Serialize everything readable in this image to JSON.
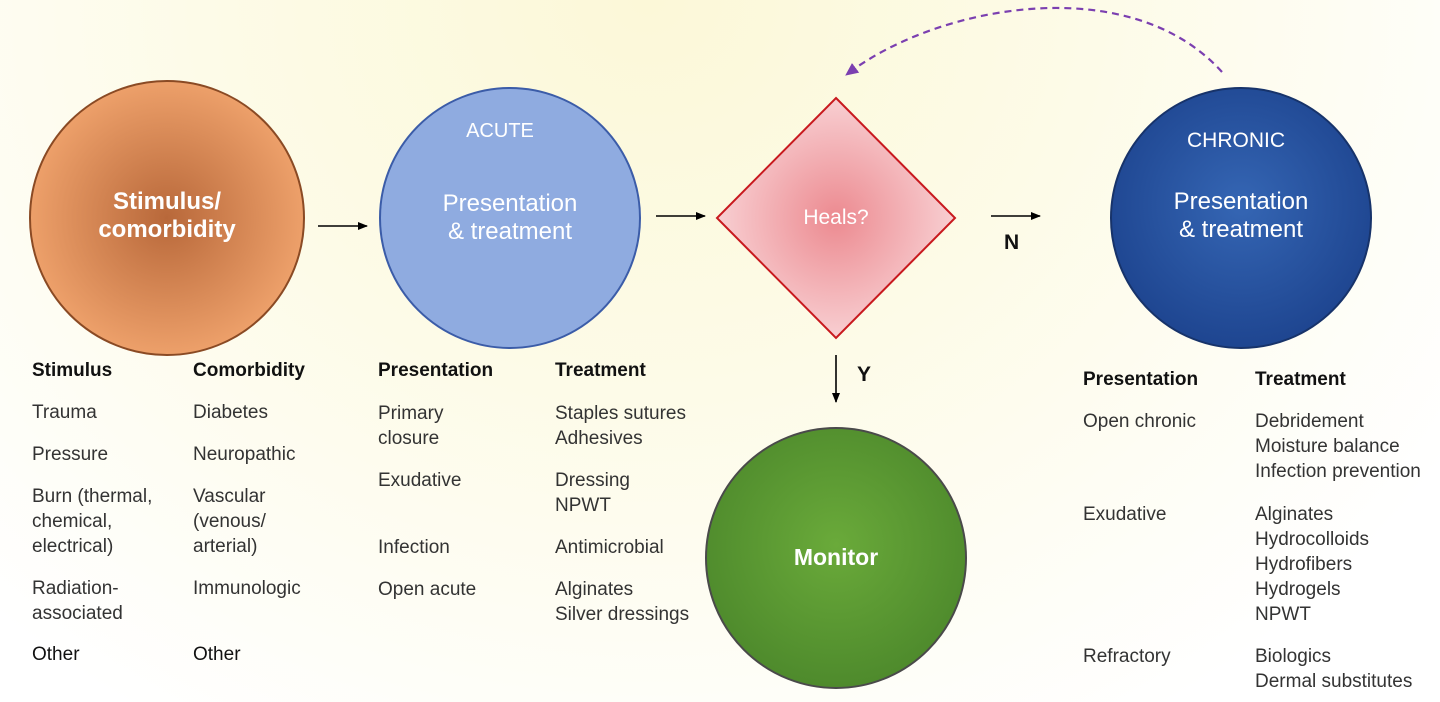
{
  "nodes": {
    "stimulus": {
      "label": "Stimulus/\ncomorbidity",
      "color": "#e8955d"
    },
    "acute": {
      "title": "ACUTE",
      "label": "Presentation\n& treatment",
      "color": "#8fabe0"
    },
    "heals": {
      "label": "Heals?",
      "color": "#f2a5a8",
      "stroke": "#c8191e"
    },
    "chronic": {
      "title": "CHRONIC",
      "label": "Presentation\n& treatment",
      "color": "#24509a"
    },
    "monitor": {
      "label": "Monitor",
      "color": "#5a9a32"
    }
  },
  "edge_labels": {
    "no": "N",
    "yes": "Y"
  },
  "feedback_arrow_color": "#7b3fb0",
  "stimulus_table": {
    "headers": [
      "Stimulus",
      "Comorbidity"
    ],
    "stimulus_items": [
      "Trauma",
      "Pressure",
      "Burn (thermal,\nchemical,\nelectrical)",
      "Radiation-\nassociated"
    ],
    "comorbidity_items": [
      "Diabetes",
      "Neuropathic",
      "Vascular\n(venous/\narterial)",
      "Immunologic"
    ],
    "footer": [
      "Other",
      "Other"
    ]
  },
  "acute_table": {
    "headers": [
      "Presentation",
      "Treatment"
    ],
    "rows": [
      {
        "presentation": "Primary\nclosure",
        "treatment": "Staples sutures\nAdhesives"
      },
      {
        "presentation": "Exudative",
        "treatment": "Dressing\nNPWT"
      },
      {
        "presentation": "Infection",
        "treatment": "Antimicrobial"
      },
      {
        "presentation": "Open acute",
        "treatment": "Alginates\nSilver dressings"
      }
    ]
  },
  "chronic_table": {
    "headers": [
      "Presentation",
      "Treatment"
    ],
    "rows": [
      {
        "presentation": "Open chronic",
        "treatment": "Debridement\nMoisture balance\nInfection prevention"
      },
      {
        "presentation": "Exudative",
        "treatment": "Alginates\nHydrocolloids\nHydrofibers\nHydrogels\nNPWT"
      },
      {
        "presentation": "Refractory",
        "treatment": "Biologics\nDermal substitutes"
      }
    ]
  }
}
